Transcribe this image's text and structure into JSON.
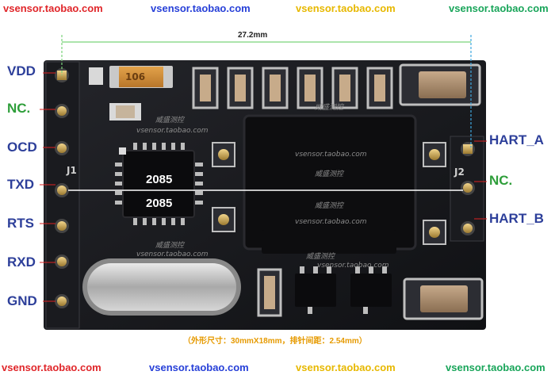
{
  "watermarks": {
    "top": [
      "vsensor.taobao.com",
      "vsensor.taobao.com",
      "vsensor.taobao.com",
      "vsensor.taobao.com"
    ],
    "bottom": [
      "vsensor.taobao.com",
      "vsensor.taobao.com",
      "vsensor.taobao.com",
      "vsensor.taobao.com"
    ],
    "board_url": "vsensor.taobao.com",
    "board_cn": "威盛测控"
  },
  "dimension": {
    "width_label": "27.2mm"
  },
  "pins_left": [
    {
      "label": "VDD",
      "color": "#2d3f9a"
    },
    {
      "label": "NC.",
      "color": "#2e9e3a"
    },
    {
      "label": "OCD",
      "color": "#2d3f9a"
    },
    {
      "label": "TXD",
      "color": "#2d3f9a"
    },
    {
      "label": "RTS",
      "color": "#2d3f9a"
    },
    {
      "label": "RXD",
      "color": "#2d3f9a"
    },
    {
      "label": "GND",
      "color": "#2d3f9a"
    }
  ],
  "pins_right": [
    {
      "label": "HART_A",
      "color": "#2d3f9a"
    },
    {
      "label": "NC.",
      "color": "#2e9e3a"
    },
    {
      "label": "HART_B",
      "color": "#2d3f9a"
    }
  ],
  "chip": {
    "line1": "2085",
    "line2": "2085"
  },
  "silkscreen": {
    "j1": "J1",
    "j2": "J2",
    "tantalum": "106"
  },
  "note": "（外形尺寸：30mmX18mm，排针间距：2.54mm）",
  "colors": {
    "wm_red": "#e0262a",
    "wm_blue": "#2740d8",
    "wm_yellow": "#e7b800",
    "wm_green": "#19a55a",
    "pcb": "#16171b",
    "note": "#e69a00"
  }
}
